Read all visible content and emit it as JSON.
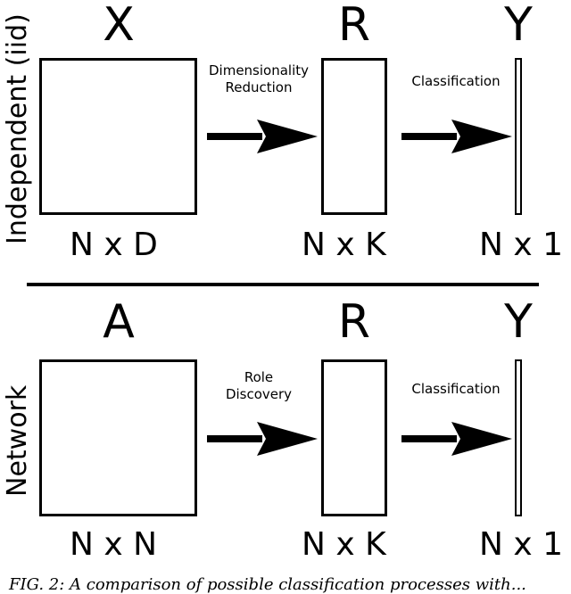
{
  "top": {
    "side_label": "Independent (iid)",
    "matrix_left": {
      "name": "X",
      "dims": "N x D"
    },
    "arrow_left_label": [
      "Dimensionality",
      "Reduction"
    ],
    "matrix_mid": {
      "name": "R",
      "dims": "N x K"
    },
    "arrow_right_label": "Classification",
    "matrix_right": {
      "name": "Y",
      "dims": "N x 1"
    }
  },
  "bottom": {
    "side_label": "Network",
    "matrix_left": {
      "name": "A",
      "dims": "N x N"
    },
    "arrow_left_label": [
      "Role",
      "Discovery"
    ],
    "matrix_mid": {
      "name": "R",
      "dims": "N x K"
    },
    "arrow_right_label": "Classification",
    "matrix_right": {
      "name": "Y",
      "dims": "N x 1"
    }
  },
  "caption": "FIG. 2: A comparison of possible classification processes with..."
}
